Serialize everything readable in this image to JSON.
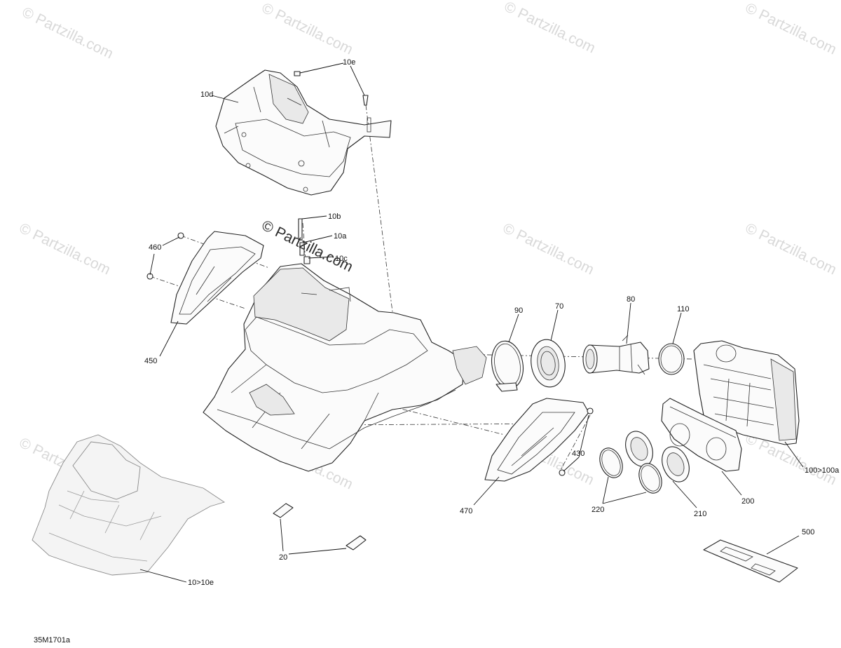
{
  "diagram_code": "35M1701a",
  "watermark": "© Partzilla.com",
  "callouts": {
    "p10e": "10e",
    "p10d": "10d",
    "p10b": "10b",
    "p10a": "10a",
    "p10c": "10c",
    "p460": "460",
    "p450": "450",
    "p90": "90",
    "p70": "70",
    "p80": "80",
    "p110": "110",
    "p100": "100>100a",
    "p430": "430",
    "p470": "470",
    "p220": "220",
    "p210": "210",
    "p200": "200",
    "p20": "20",
    "p500": "500",
    "p10": "10>10e"
  }
}
